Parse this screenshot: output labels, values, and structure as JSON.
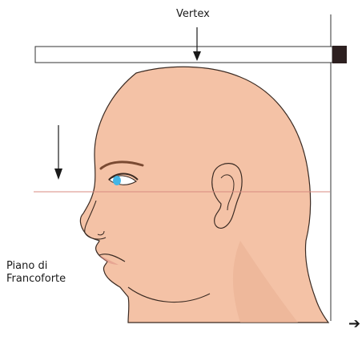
{
  "labels": {
    "vertex": "Vertex",
    "plane_line1": "Piano di",
    "plane_line2": "Francoforte"
  },
  "icons": {
    "head_profile": "head-profile-illustration",
    "down_arrow": "down-arrow-icon",
    "ruler": "height-measuring-bar",
    "corner": "arrow-glyph"
  },
  "colors": {
    "skin": "#f4c2a6",
    "skin_shadow": "#e0a488",
    "outline": "#3a2a22",
    "plane_line": "#d98a80",
    "eye_iris": "#43b6e6",
    "brow": "#7a4a32",
    "bar_fill": "#ffffff",
    "bar_block": "#2d2020",
    "rod": "#444444"
  },
  "corner_glyph": "➔"
}
